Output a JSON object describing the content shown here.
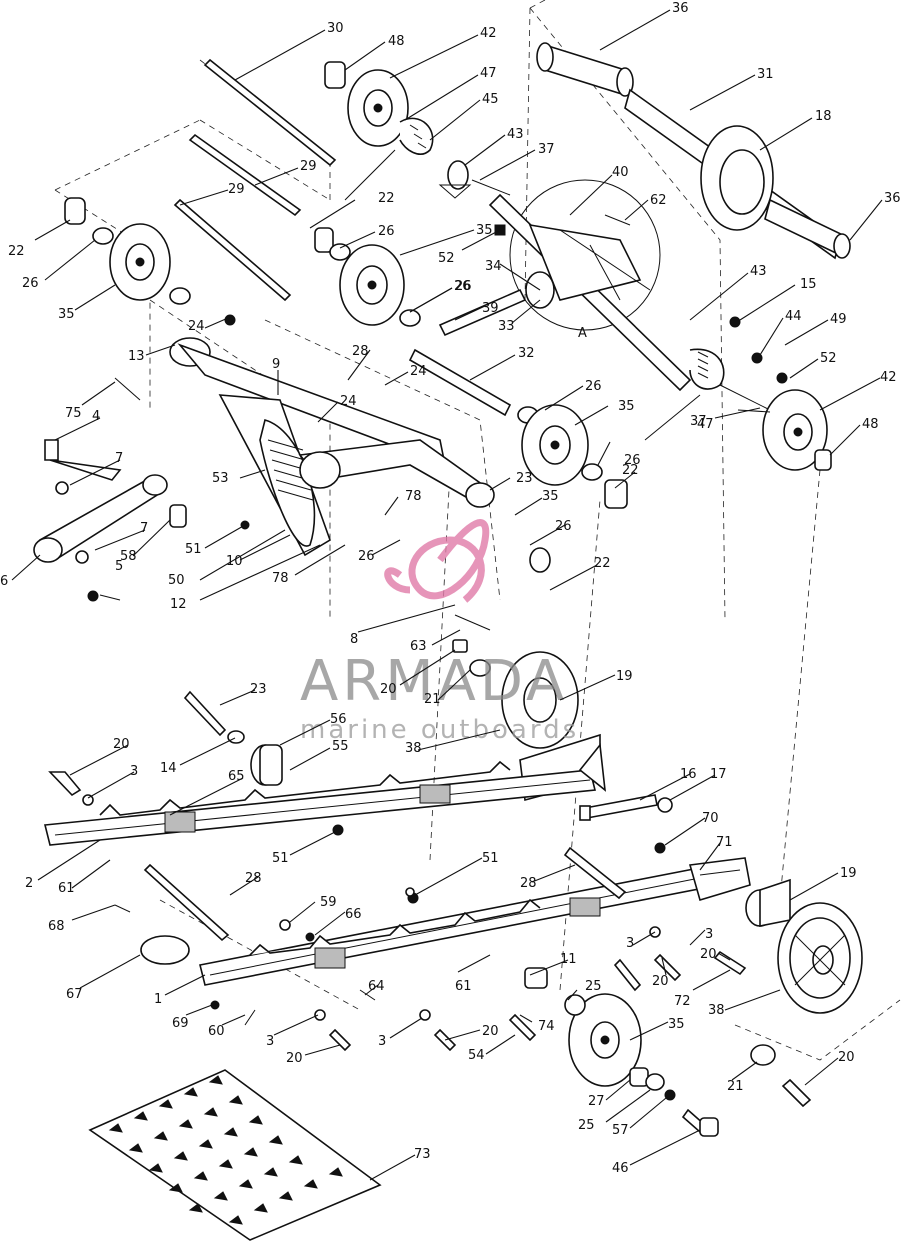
{
  "callouts": [
    {
      "text": "30"
    },
    {
      "text": "48"
    },
    {
      "text": "42"
    },
    {
      "text": "36"
    },
    {
      "text": "47"
    },
    {
      "text": "45"
    },
    {
      "text": "31"
    },
    {
      "text": "18"
    },
    {
      "text": "43"
    },
    {
      "text": "37"
    },
    {
      "text": "29"
    },
    {
      "text": "29"
    },
    {
      "text": "22"
    },
    {
      "text": "26"
    },
    {
      "text": "22"
    },
    {
      "text": "26"
    },
    {
      "text": "35"
    },
    {
      "text": "40"
    },
    {
      "text": "62"
    },
    {
      "text": "36"
    },
    {
      "text": "35"
    },
    {
      "text": "52"
    },
    {
      "text": "34"
    },
    {
      "text": "26"
    },
    {
      "text": "39"
    },
    {
      "text": "33"
    },
    {
      "text": "A"
    },
    {
      "text": "43"
    },
    {
      "text": "15"
    },
    {
      "text": "26"
    },
    {
      "text": "24"
    },
    {
      "text": "28"
    },
    {
      "text": "32"
    },
    {
      "text": "44"
    },
    {
      "text": "49"
    },
    {
      "text": "13"
    },
    {
      "text": "9"
    },
    {
      "text": "24"
    },
    {
      "text": "52"
    },
    {
      "text": "42"
    },
    {
      "text": "75"
    },
    {
      "text": "24"
    },
    {
      "text": "26"
    },
    {
      "text": "35"
    },
    {
      "text": "37"
    },
    {
      "text": "48"
    },
    {
      "text": "4"
    },
    {
      "text": "47"
    },
    {
      "text": "7"
    },
    {
      "text": "26"
    },
    {
      "text": "22"
    },
    {
      "text": "53"
    },
    {
      "text": "23"
    },
    {
      "text": "78"
    },
    {
      "text": "35"
    },
    {
      "text": "51"
    },
    {
      "text": "7"
    },
    {
      "text": "26"
    },
    {
      "text": "6"
    },
    {
      "text": "58"
    },
    {
      "text": "50"
    },
    {
      "text": "10"
    },
    {
      "text": "26"
    },
    {
      "text": "5"
    },
    {
      "text": "78"
    },
    {
      "text": "22"
    },
    {
      "text": "12"
    },
    {
      "text": "8"
    },
    {
      "text": "63"
    },
    {
      "text": "20"
    },
    {
      "text": "21"
    },
    {
      "text": "19"
    },
    {
      "text": "23"
    },
    {
      "text": "56"
    },
    {
      "text": "38"
    },
    {
      "text": "20"
    },
    {
      "text": "14"
    },
    {
      "text": "55"
    },
    {
      "text": "3"
    },
    {
      "text": "65"
    },
    {
      "text": "16"
    },
    {
      "text": "17"
    },
    {
      "text": "70"
    },
    {
      "text": "71"
    },
    {
      "text": "51"
    },
    {
      "text": "2"
    },
    {
      "text": "61"
    },
    {
      "text": "51"
    },
    {
      "text": "28"
    },
    {
      "text": "19"
    },
    {
      "text": "68"
    },
    {
      "text": "28"
    },
    {
      "text": "59"
    },
    {
      "text": "66"
    },
    {
      "text": "3"
    },
    {
      "text": "3"
    },
    {
      "text": "11"
    },
    {
      "text": "20"
    },
    {
      "text": "20"
    },
    {
      "text": "67"
    },
    {
      "text": "1"
    },
    {
      "text": "64"
    },
    {
      "text": "61"
    },
    {
      "text": "72"
    },
    {
      "text": "38"
    },
    {
      "text": "25"
    },
    {
      "text": "69"
    },
    {
      "text": "60"
    },
    {
      "text": "3"
    },
    {
      "text": "20"
    },
    {
      "text": "3"
    },
    {
      "text": "20"
    },
    {
      "text": "74"
    },
    {
      "text": "35"
    },
    {
      "text": "20"
    },
    {
      "text": "54"
    },
    {
      "text": "21"
    },
    {
      "text": "27"
    },
    {
      "text": "25"
    },
    {
      "text": "57"
    },
    {
      "text": "46"
    },
    {
      "text": "73"
    }
  ],
  "watermark": {
    "brand": "ARMADA",
    "tagline": "marine outboards",
    "color": "#e07aa8"
  },
  "colors": {
    "ink": "#111111",
    "paper": "#ffffff"
  }
}
